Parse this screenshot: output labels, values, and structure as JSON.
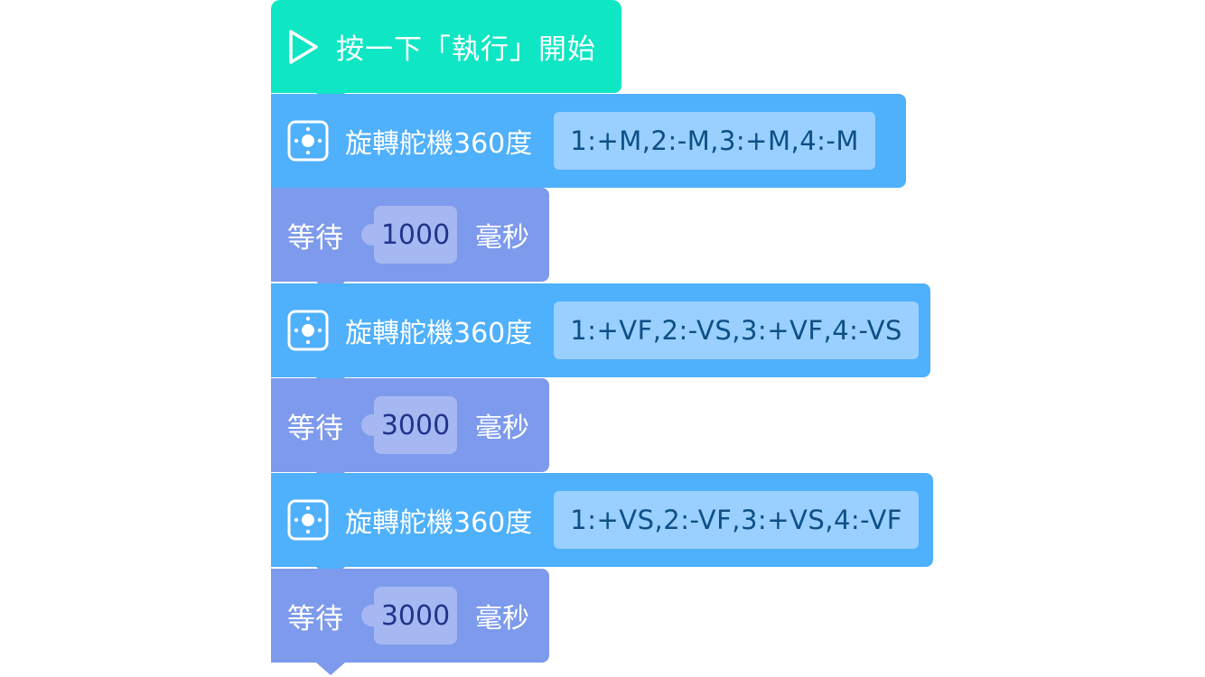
{
  "start_block": {
    "label": "按一下「執行」開始",
    "icon": "play-icon",
    "color": "#0ee6c4"
  },
  "program": [
    {
      "type": "servo",
      "label": "旋轉舵機360度",
      "value": "1:+M,2:-M,3:+M,4:-M",
      "icon": "servo-icon"
    },
    {
      "type": "wait",
      "label": "等待",
      "value": "1000",
      "unit": "毫秒"
    },
    {
      "type": "servo",
      "label": "旋轉舵機360度",
      "value": "1:+VF,2:-VS,3:+VF,4:-VS",
      "icon": "servo-icon"
    },
    {
      "type": "wait",
      "label": "等待",
      "value": "3000",
      "unit": "毫秒"
    },
    {
      "type": "servo",
      "label": "旋轉舵機360度",
      "value": "1:+VS,2:-VF,3:+VS,4:-VF",
      "icon": "servo-icon"
    },
    {
      "type": "wait",
      "label": "等待",
      "value": "3000",
      "unit": "毫秒"
    }
  ],
  "colors": {
    "start": "#0ee6c4",
    "servo": "#4fb0fc",
    "servo_value_bg": "#99d0ff",
    "wait": "#7d9aec",
    "wait_value_bg": "#a6b8f2"
  }
}
